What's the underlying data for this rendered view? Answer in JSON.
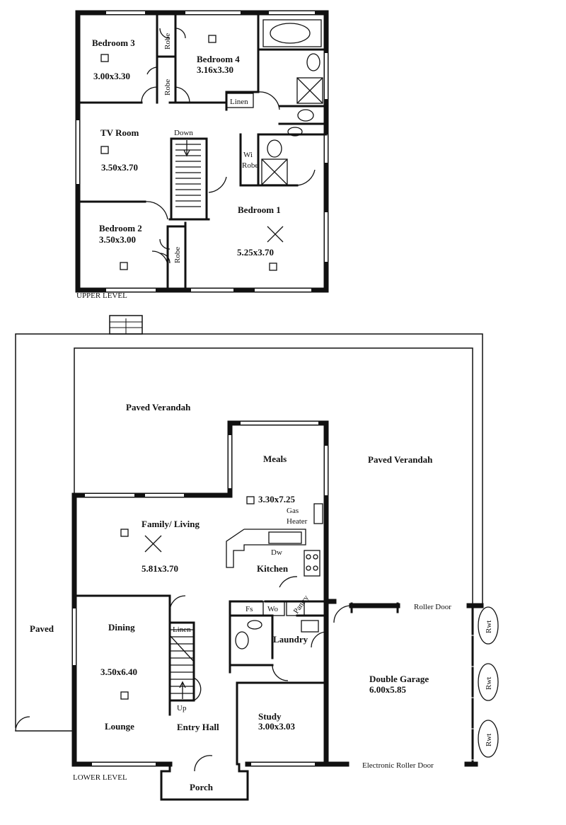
{
  "upper": {
    "level_label": "UPPER LEVEL",
    "bedroom3": {
      "name": "Bedroom 3",
      "size": "3.00x3.30"
    },
    "bedroom4": {
      "name": "Bedroom 4",
      "size": "3.16x3.30"
    },
    "tv_room": {
      "name": "TV Room",
      "size": "3.50x3.70"
    },
    "bedroom2": {
      "name": "Bedroom 2",
      "size": "3.50x3.00"
    },
    "bedroom1": {
      "name": "Bedroom 1",
      "size": "5.25x3.70"
    },
    "robe_a": "Robe",
    "robe_b": "Robe",
    "robe_c": "Robe",
    "linen": "Linen",
    "wi_robe_1": "Wi",
    "wi_robe_2": "Robe",
    "down": "Down"
  },
  "lower": {
    "level_label": "LOWER LEVEL",
    "paved_verandah_left": "Paved Verandah",
    "paved_verandah_right": "Paved Verandah",
    "paved": "Paved",
    "meals": {
      "name": "Meals",
      "size": "3.30x7.25"
    },
    "gas_heater_1": "Gas",
    "gas_heater_2": "Heater",
    "family": {
      "name": "Family/ Living",
      "size": "5.81x3.70"
    },
    "kitchen": "Kitchen",
    "dw": "Dw",
    "fs": "Fs",
    "wo": "Wo",
    "pantry": "Pantry",
    "dining": {
      "name": "Dining",
      "size": "3.50x6.40"
    },
    "lounge": "Lounge",
    "linen": "Linen",
    "up": "Up",
    "laundry": "Laundry",
    "entry_hall": "Entry Hall",
    "study": {
      "name": "Study",
      "size": "3.00x3.03"
    },
    "porch": "Porch",
    "roller_door": "Roller Door",
    "electronic_roller_door": "Electronic Roller Door",
    "garage": {
      "name": "Double Garage",
      "size": "6.00x5.85"
    },
    "rwt_1": "Rwt",
    "rwt_2": "Rwt",
    "rwt_3": "Rwt"
  }
}
